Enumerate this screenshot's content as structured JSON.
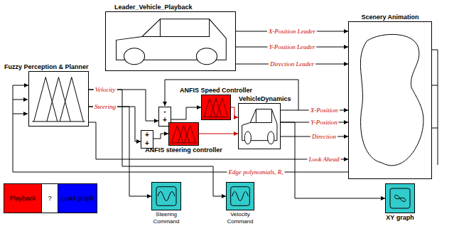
{
  "diagram": {
    "nodes": [
      {
        "text": [
          "Leader_Vehicle_Playback"
        ]
      },
      {
        "text": [
          "Scenery Animation"
        ]
      },
      {
        "text": [
          "Fuzzy Perception & Planner"
        ]
      },
      {
        "text": [
          "-",
          "+"
        ]
      },
      {
        "text": [
          "ANFIS Speed Controller"
        ]
      },
      {
        "text": [
          "+",
          "+"
        ]
      },
      {
        "text": [
          "VehicleDynamics"
        ]
      },
      {
        "text": [
          "ANFIS steering controller"
        ]
      },
      {
        "text": [
          "Playback"
        ]
      },
      {
        "text": [
          "?"
        ]
      },
      {
        "text": [
          "Load graph"
        ]
      },
      {
        "text": [
          "Steering Command"
        ]
      },
      {
        "text": [
          "Velocity Command"
        ]
      },
      {
        "text": [
          "XY graph"
        ]
      }
    ],
    "edges": [
      {
        "from": 0,
        "to": 1,
        "label": "X-Position Leader",
        "arrow": "to"
      },
      {
        "from": 0,
        "to": 1,
        "label": "Y-Position Leader",
        "arrow": "to"
      },
      {
        "from": 0,
        "to": 1,
        "label": "Direction Leader",
        "arrow": "to"
      },
      {
        "from": 2,
        "to": 3,
        "label": "Velocity",
        "arrow": "to"
      },
      {
        "from": 2,
        "to": 5,
        "label": "Steering",
        "arrow": "to"
      },
      {
        "from": 3,
        "to": 4,
        "arrow": "to"
      },
      {
        "from": 5,
        "to": 7,
        "arrow": "to"
      },
      {
        "from": 4,
        "to": 6,
        "arrow": "to"
      },
      {
        "from": 7,
        "to": 6,
        "arrow": "to"
      },
      {
        "from": 6,
        "to": 1,
        "label": "X-Position",
        "arrow": "to"
      },
      {
        "from": 6,
        "to": 1,
        "label": "Y-Position",
        "arrow": "to"
      },
      {
        "from": 6,
        "to": 1,
        "label": "Direction",
        "arrow": "to"
      },
      {
        "from": 2,
        "to": 1,
        "label": "Look Ahead",
        "arrow": "to"
      },
      {
        "from": 1,
        "to": 2,
        "label": "Edge polynomials, R,",
        "arrow": "to"
      },
      {
        "from": 2,
        "to": 11,
        "arrow": "to"
      },
      {
        "from": 2,
        "to": 12,
        "arrow": "to"
      },
      {
        "from": 6,
        "to": 13,
        "arrow": "to"
      }
    ]
  }
}
